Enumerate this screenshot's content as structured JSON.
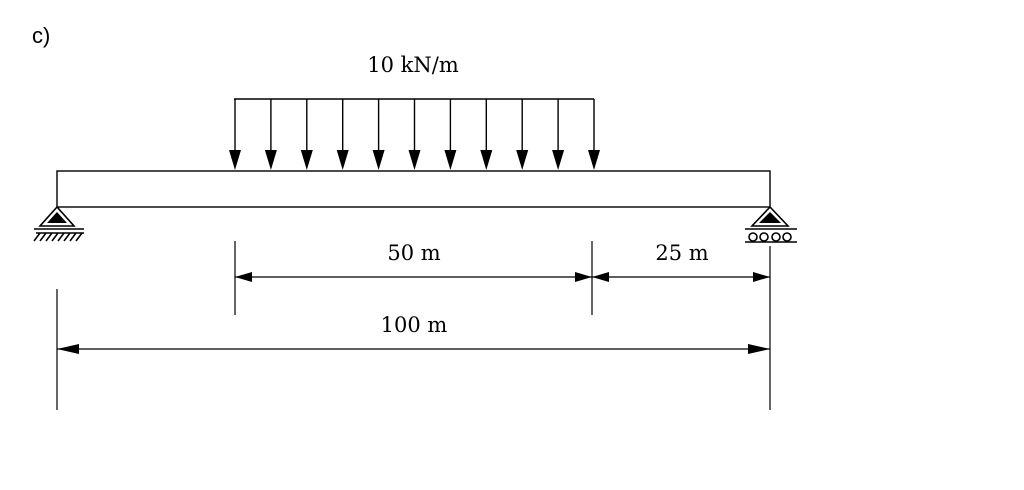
{
  "figure_label": "c)",
  "load": {
    "label": "10 kN/m",
    "value": 10,
    "unit": "kN/m"
  },
  "supports": {
    "left": {
      "type": "pin",
      "icon": "pin-support-icon"
    },
    "right": {
      "type": "roller",
      "icon": "roller-support-icon"
    }
  },
  "dimensions": {
    "load_span": {
      "label": "50 m",
      "value": 50
    },
    "right_gap": {
      "label": "25 m",
      "value": 25
    },
    "total_span": {
      "label": "100 m",
      "value": 100
    }
  },
  "colors": {
    "ink": "#000000",
    "background": "#ffffff"
  }
}
